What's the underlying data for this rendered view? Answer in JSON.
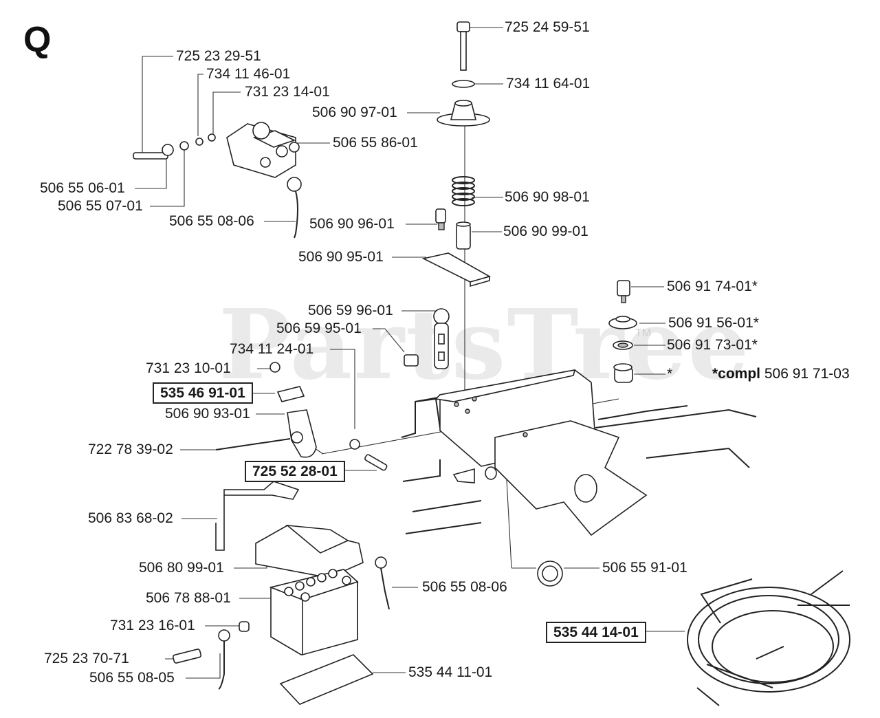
{
  "page": {
    "letter": "Q"
  },
  "watermark": {
    "text": "PartsTree",
    "tm": "TM"
  },
  "labels": {
    "p72524": "725 24 59-51",
    "p73411_64": "734 11 64-01",
    "p50690_97": "506 90 97-01",
    "p72523_29": "725 23 29-51",
    "p73411_46": "734 11 46-01",
    "p73123_14": "731 23 14-01",
    "p50655_86": "506 55 86-01",
    "p50655_06": "506 55 06-01",
    "p50655_07": "506 55 07-01",
    "p50655_08a": "506 55 08-06",
    "p50690_98": "506 90 98-01",
    "p50690_96": "506 90 96-01",
    "p50690_99": "506 90 99-01",
    "p50690_95": "506 90 95-01",
    "p50691_74": "506 91 74-01*",
    "p50659_96": "506 59 96-01",
    "p50691_56": "506 91 56-01*",
    "p50659_95": "506 59 95-01",
    "p50691_73": "506 91 73-01*",
    "p73411_24": "734 11 24-01",
    "p73123_10": "731 23 10-01",
    "star": "*",
    "compl_prefix": "*compl",
    "compl_number": "506 91 71-03",
    "p53546": "535 46 91-01",
    "p50690_93": "506 90 93-01",
    "p72278": "722 78 39-02",
    "p72552": "725 52 28-01",
    "p50683": "506 83 68-02",
    "p50680": "506 80 99-01",
    "p50655_08b": "506 55 08-06",
    "p50678": "506 78 88-01",
    "p50655_91": "506 55 91-01",
    "p73123_16": "731 23 16-01",
    "p53544_14": "535 44 14-01",
    "p72523_70": "725 23 70-71",
    "p50655_08c": "506 55 08-05",
    "p53544_11": "535 44 11-01"
  }
}
